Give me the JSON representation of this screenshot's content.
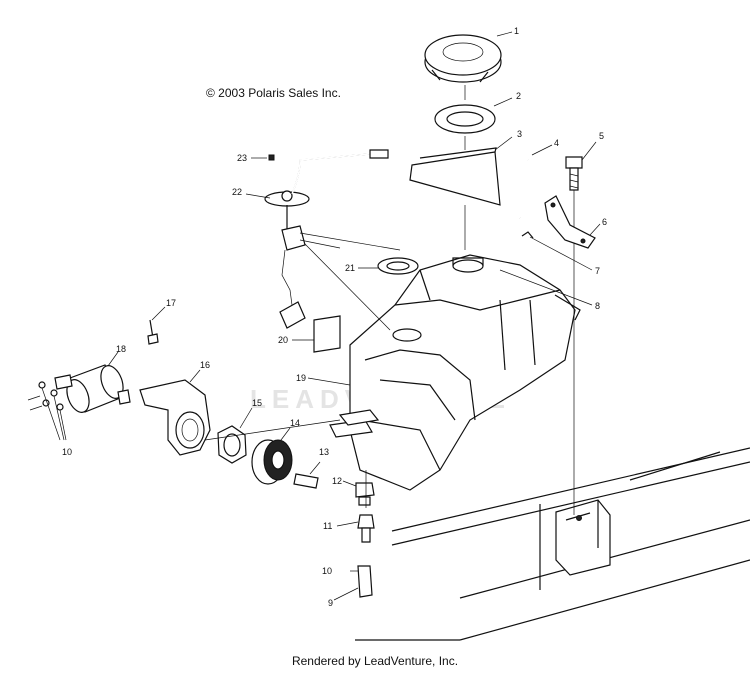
{
  "copyright": "© 2003 Polaris Sales Inc.",
  "footer": "Rendered by LeadVenture, Inc.",
  "watermark": "LEADVENTURE",
  "callouts": [
    "1",
    "2",
    "3",
    "4",
    "5",
    "6",
    "7",
    "8",
    "9",
    "10",
    "10",
    "11",
    "12",
    "13",
    "14",
    "15",
    "16",
    "17",
    "18",
    "19",
    "20",
    "21",
    "22",
    "23"
  ]
}
